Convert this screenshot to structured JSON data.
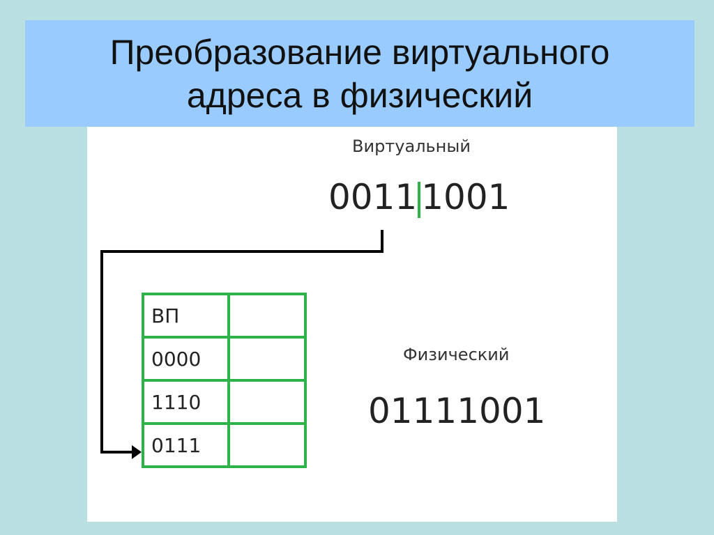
{
  "title": {
    "line1": "Преобразование виртуального",
    "line2": "адреса в физический"
  },
  "virtual": {
    "label": "Виртуальный",
    "page_bits": "0011",
    "offset_bits": "1001"
  },
  "physical": {
    "label": "Физический",
    "address": "01111001"
  },
  "page_table": {
    "header": "ВП",
    "rows": [
      "0000",
      "1110",
      "0111"
    ]
  },
  "colors": {
    "background": "#b9dfe1",
    "title_box": "#99cbfe",
    "table_border": "#2db34a",
    "divider": "#2db34a",
    "arrow": "#000000"
  }
}
